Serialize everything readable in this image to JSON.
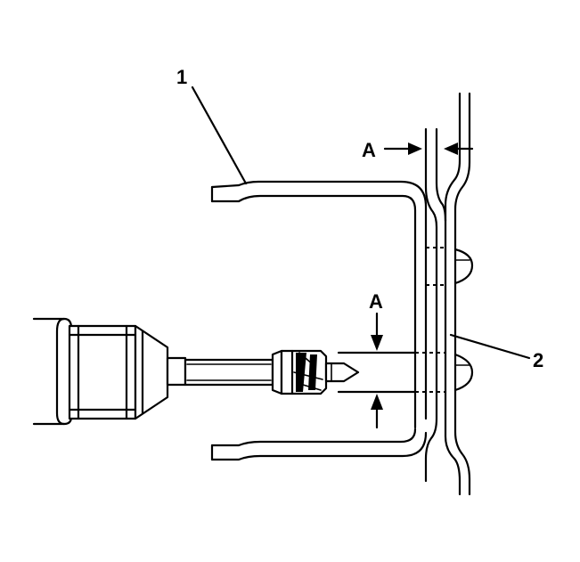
{
  "labels": {
    "callout_1": "1",
    "callout_2": "2",
    "dimension_top": "A",
    "dimension_hole": "A"
  },
  "colors": {
    "line": "#000000",
    "background": "#ffffff"
  }
}
